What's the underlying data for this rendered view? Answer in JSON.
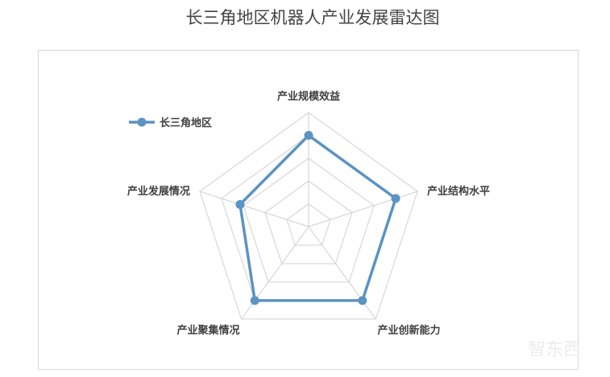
{
  "chart_data": {
    "type": "radar",
    "title": "长三角地区机器人产业发展雷达图",
    "categories": [
      "产业规模效益",
      "产业结构水平",
      "产业创新能力",
      "产业聚集情况",
      "产业发展情况"
    ],
    "series": [
      {
        "name": "长三角地区",
        "values": [
          4,
          4,
          4,
          4,
          3.15
        ],
        "color": "#5b93c4"
      }
    ],
    "rlim": [
      0,
      5
    ],
    "grid_rings": 5,
    "legend": "top-left",
    "grid_color": "#d0d0d0"
  },
  "watermark": "智东西"
}
